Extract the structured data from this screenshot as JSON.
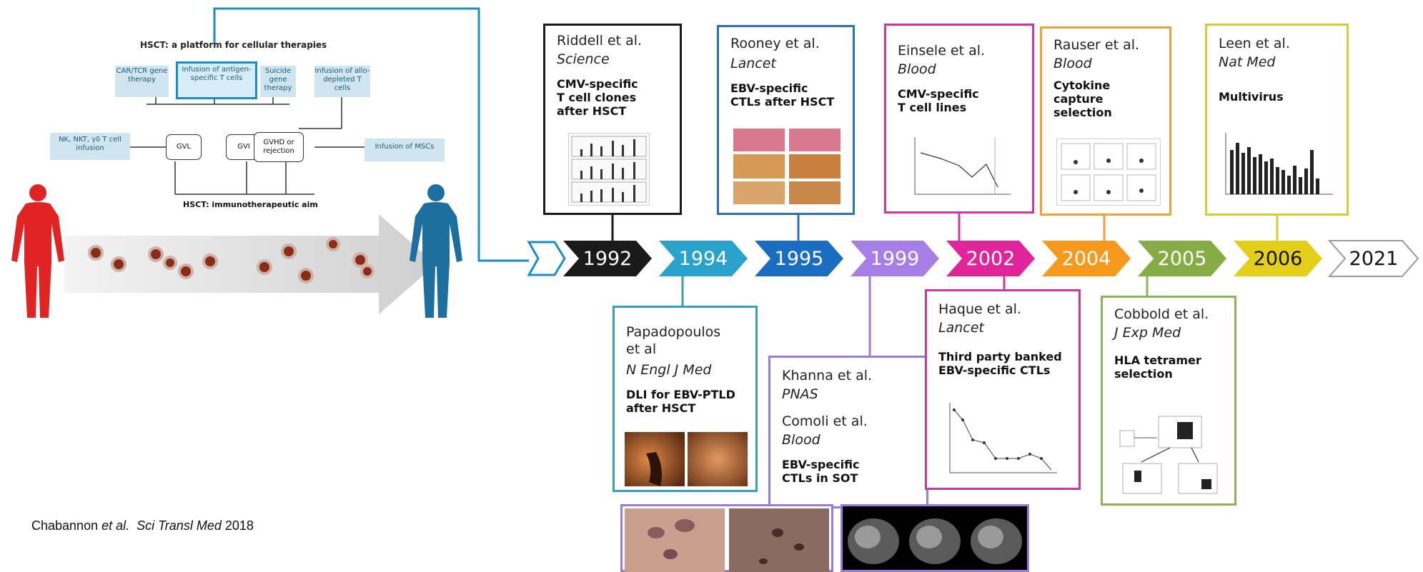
{
  "left_panel": {
    "title": "HSCT: a platform for cellular therapies",
    "boxes": {
      "car_tcr": "CAR/TCR gene therapy",
      "antigen_specific": "Infusion of antigen-specific T cells",
      "suicide_gene": "Suicide gene therapy",
      "allo_depleted": "Infusion of allo-depleted T cells",
      "nk_nkt": "NK, NKT, γδ T cell infusion",
      "mscs": "Infusion of MSCs"
    },
    "nodes": {
      "gvl": "GVL",
      "gvi": "GVI",
      "gvhd": "GVHD or rejection"
    },
    "aim_label": "HSCT: immunotherapeutic aim",
    "colors": {
      "donor": "#e02424",
      "recipient": "#1d6fa0",
      "highlight": "#1a8fc5"
    }
  },
  "citation": {
    "authors": "Chabannon ",
    "etal": "et al.",
    "journal": "Sci Transl Med",
    "year": " 2018"
  },
  "timeline": {
    "years": [
      "1992",
      "1994",
      "1995",
      "1999",
      "2002",
      "2004",
      "2005",
      "2006",
      "2021"
    ],
    "colors": [
      "#1a1a1a",
      "#29a3cc",
      "#1b6dc1",
      "#a77ee6",
      "#e0259b",
      "#f7991c",
      "#86ad45",
      "#e3cf1a",
      "#ffffff"
    ]
  },
  "studies": {
    "s1992": {
      "authors": "Riddell et al.",
      "journal": "Science",
      "desc": "CMV-specific\nT cell clones\nafter HSCT",
      "color": "#1a1a1a"
    },
    "s1994": {
      "authors": "Papadopoulos\net al",
      "journal": "N Engl J Med",
      "desc": "DLI for EBV-PTLD\nafter HSCT",
      "color": "#3a9cc1"
    },
    "s1995": {
      "authors": "Rooney et al.",
      "journal": "Lancet",
      "desc": "EBV-specific\nCTLs  after HSCT",
      "color": "#2f6fb3"
    },
    "s1999a": {
      "authors": "Khanna et al.",
      "journal": "PNAS",
      "authors2": "Comoli et al.",
      "journal2": "Blood",
      "desc": "EBV-specific\nCTLs in  SOT",
      "color": "#9b7ad8"
    },
    "s1999b": {
      "authors": "Einsele et al.",
      "journal": "Blood",
      "desc": "CMV-specific\nT cell lines",
      "color": "#c93aa0"
    },
    "s2002": {
      "authors": "Haque et al.",
      "journal": "Lancet",
      "desc": "Third party banked\nEBV-specific CTLs",
      "color": "#c93aa0"
    },
    "s2004": {
      "authors": "Rauser et al.",
      "journal": "Blood",
      "desc": "Cytokine\ncapture\nselection",
      "color": "#f0a03a"
    },
    "s2005": {
      "authors": "Cobbold et al.",
      "journal": "J Exp Med",
      "desc": "HLA tetramer\nselection",
      "color": "#8db35b"
    },
    "s2006": {
      "authors": "Leen et al.",
      "journal": "Nat Med",
      "desc": "Multivirus",
      "color": "#d7cb33"
    }
  }
}
